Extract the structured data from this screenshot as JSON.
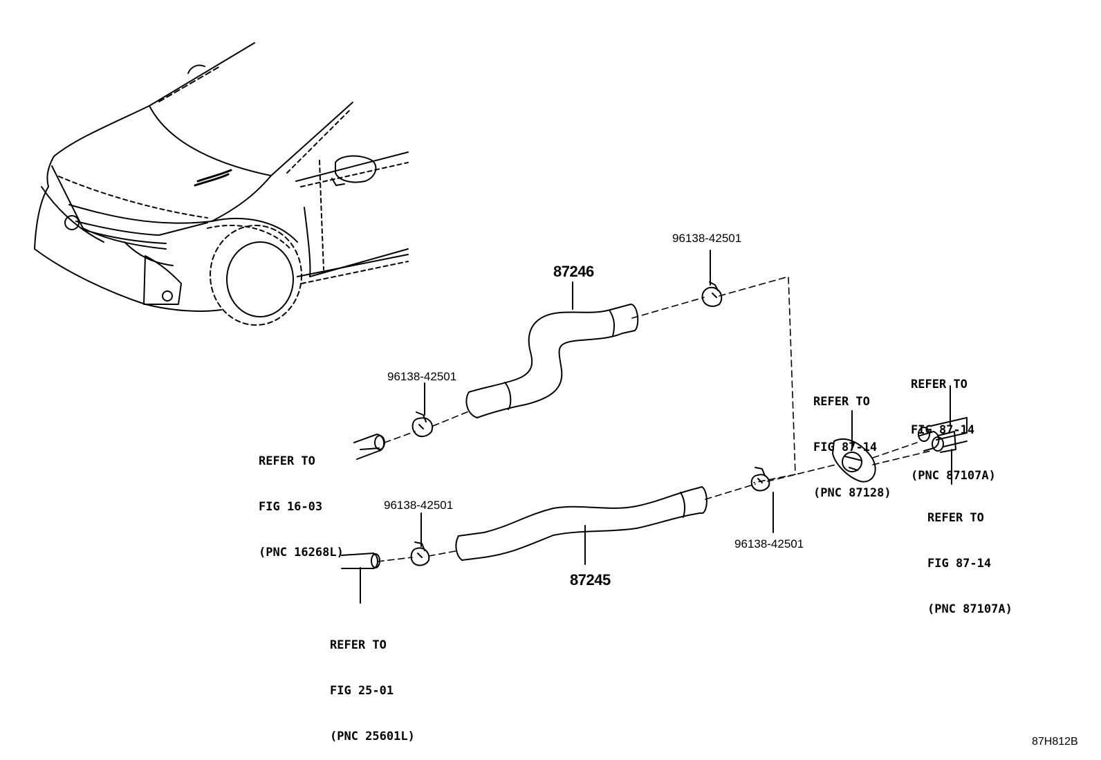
{
  "diagram_id": "87H812B",
  "parts": {
    "hose_upper": "87246",
    "hose_lower": "87245"
  },
  "clamps": {
    "clamp_upper_right": "96138-42501",
    "clamp_upper_left": "96138-42501",
    "clamp_lower_left": "96138-42501",
    "clamp_lower_right": "96138-42501"
  },
  "references": {
    "ref_16_03": [
      "REFER TO",
      "FIG 16-03",
      "(PNC 16268L)"
    ],
    "ref_25_01": [
      "REFER TO",
      "FIG 25-01",
      "(PNC 25601L)"
    ],
    "ref_87128": [
      "REFER TO",
      "FIG 87-14",
      "(PNC 87128)"
    ],
    "ref_87107a_top": [
      "REFER TO",
      "FIG 87-14",
      "(PNC 87107A)"
    ],
    "ref_87107a_bottom": [
      "REFER TO",
      "FIG 87-14",
      "(PNC 87107A)"
    ]
  }
}
